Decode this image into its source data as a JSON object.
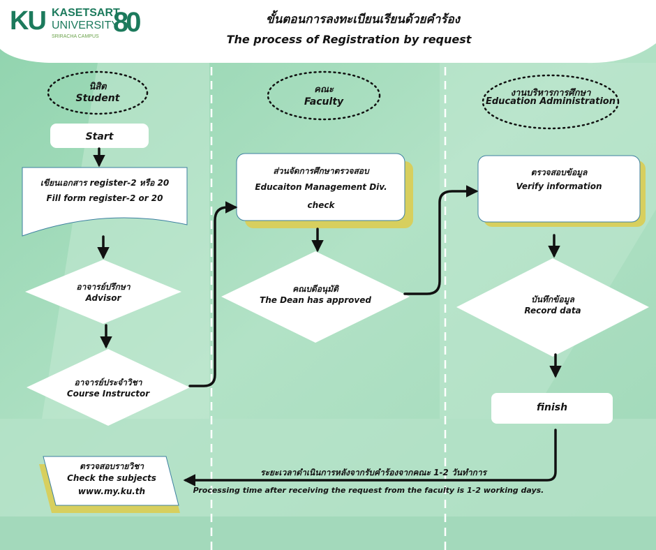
{
  "logo": {
    "mark": "KU",
    "line1": "KASETSART",
    "line2": "UNIVERSITY",
    "line3": "SRIRACHA CAMPUS",
    "anniversary": "80"
  },
  "header": {
    "title_th": "ขั้นตอนการลงทะเบียนเรียนด้วยคำร้อง",
    "title_en": "The process of Registration by request"
  },
  "lanes": [
    {
      "th": "นิสิต",
      "en": "Student"
    },
    {
      "th": "คณะ",
      "en": "Faculty"
    },
    {
      "th": "งานบริหารการศึกษา",
      "en": "Education Administration"
    }
  ],
  "nodes": {
    "start": "Start",
    "fill_th": "เขียนเอกสาร register-2 หรือ 20",
    "fill_en": "Fill form  register-2  or  20",
    "advisor_th": "อาจารย์ปรึกษา",
    "advisor_en": "Advisor",
    "instructor_th": "อาจารย์ประจำวิชา",
    "instructor_en": "Course Instructor",
    "edu_mgmt_th": "ส่วนจัดการศึกษาตรวจสอบ",
    "edu_mgmt_en": "Educaiton Management Div.",
    "edu_mgmt_check": "check",
    "dean_th": "คณบดีอนุมัติ",
    "dean_en": "The Dean  has approved",
    "verify_th": "ตรวจสอบข้อมูล",
    "verify_en": "Verify information",
    "record_th": "บันทึกข้อมูล",
    "record_en": "Record   data",
    "finish": "finish",
    "check_th": "ตรวจสอบรายวิชา",
    "check_en": "Check the subjects",
    "check_url": "www.my.ku.th"
  },
  "note": {
    "th": "ระยะเวลาดำเนินการหลังจากรับคำร้องจากคณะ 1-2 วันทำการ",
    "en": "Processing time after receiving the request from the faculty is 1-2 working days."
  },
  "colors": {
    "background": "#a9dcc0",
    "background_light": "#c8ead6",
    "node_fill": "#ffffff",
    "node_border": "#3c7fa0",
    "shadow": "#d7cf5e",
    "arrow": "#111111",
    "brand": "#1c7a5c"
  }
}
